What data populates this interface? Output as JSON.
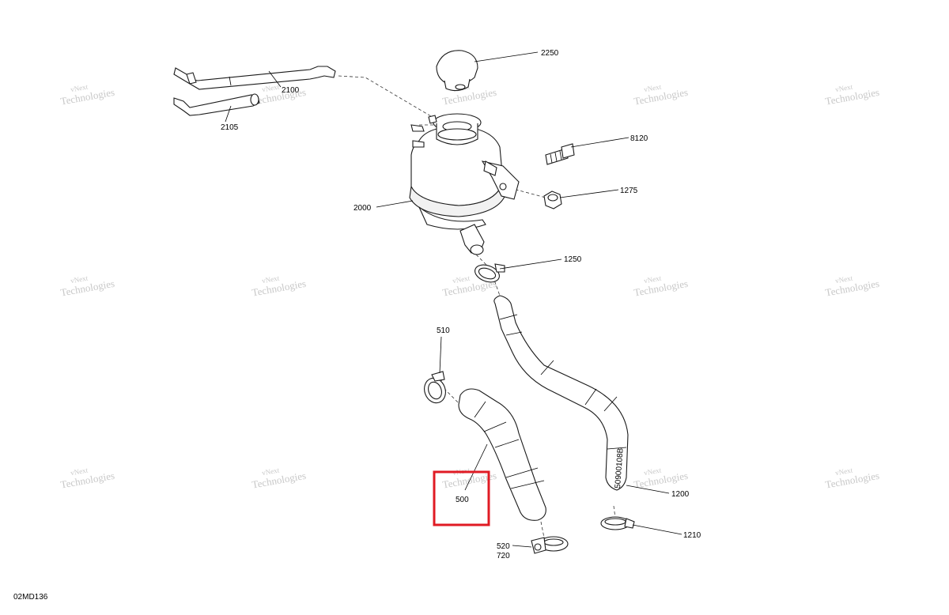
{
  "diagram": {
    "ref_code": "02MD136",
    "watermark": [
      "vNext",
      "Technologies"
    ],
    "callouts": {
      "c2250": "2250",
      "c2100": "2100",
      "c2105": "2105",
      "c8120": "8120",
      "c1275": "1275",
      "c2000": "2000",
      "c1250": "1250",
      "c510": "510",
      "c500": "500",
      "c1200": "1200",
      "c1210": "1210",
      "c520": "520",
      "c720": "720"
    },
    "hose_marking": "50900108B",
    "highlight_color": "#e01b24",
    "highlighted_part": "500"
  }
}
